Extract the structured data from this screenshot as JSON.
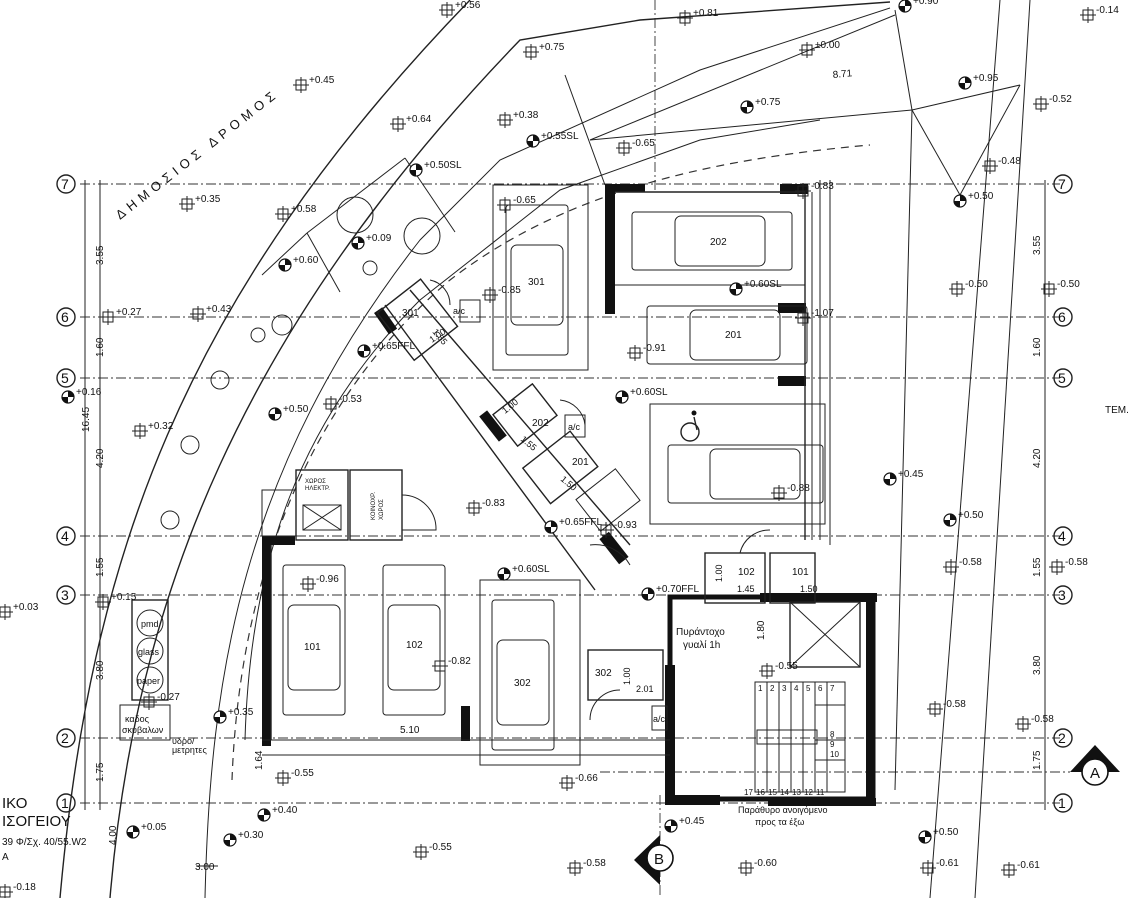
{
  "road_label": "ΔΗΜΟΣΙΟΣ ΔΡΟΜΟΣ",
  "side_text": "ΤΕΜ.",
  "left_text": [
    "ΙΚΟ",
    "ΙΣΟΓΕΙΟΥ",
    "39  Φ/Σχ. 40/55.W2",
    "Α"
  ],
  "section_markers": [
    "A",
    "B"
  ],
  "grid_left": [
    "7",
    "6",
    "5",
    "4",
    "3",
    "2",
    "1"
  ],
  "grid_right": [
    "7",
    "6",
    "5",
    "4",
    "3",
    "2",
    "1"
  ],
  "dims_left": [
    "3.55",
    "1.60",
    "16.45",
    "4.20",
    "1.55",
    "3.80",
    "1.75",
    "4.00"
  ],
  "dims_right": [
    "3.55",
    "1.60",
    "4.20",
    "1.55",
    "3.80",
    "1.75"
  ],
  "parking": [
    "101",
    "102",
    "302",
    "301",
    "202",
    "201"
  ],
  "storage": [
    "301",
    "202",
    "201",
    "102",
    "101",
    "302"
  ],
  "storage_dims": [
    "1.55",
    "1.00",
    "1.00",
    "1.55",
    "1.50",
    "1.00",
    "1.45",
    "1.50",
    "1.00",
    "2.01"
  ],
  "ac": "a/c",
  "recycling": [
    "pmd",
    "glass",
    "paper"
  ],
  "bins_label": [
    "καδος",
    "σκυβαλων"
  ],
  "meters_label": [
    "υδρο/",
    "μετρητες"
  ],
  "fire_door": [
    "Πυράντοχο",
    "γυαλί 1h"
  ],
  "window_note": [
    "Παράθυρο ανοιγόμενο",
    "προς τα έξω"
  ],
  "elec_room": [
    "ΧΩΡΟΣ",
    "ΗΛΕΚΤΡ."
  ],
  "dist_room": [
    "ΚΟΙΝΟΧΡ.",
    "ΧΩΡΟΣ"
  ],
  "stairs_top": [
    "1",
    "2",
    "3",
    "4",
    "5",
    "6",
    "7"
  ],
  "stairs_side": [
    "8",
    "9",
    "10"
  ],
  "stairs_bottom": [
    "17",
    "16",
    "15",
    "14",
    "13",
    "12",
    "11"
  ],
  "dims_misc": [
    "8.71",
    "5.10",
    "1.64",
    "3.00",
    "1.80"
  ],
  "levels": [
    "+0.56",
    "+0.81",
    "+0.90",
    "-0.14",
    "+0.75",
    "±0.00",
    "+0.45",
    "+0.95",
    "+0.75",
    "-0.52",
    "+0.64",
    "+0.38",
    "+0.55SL",
    "-0.65",
    "+0.50SL",
    "-0.48",
    "-0.83",
    "+0.50",
    "+0.35",
    "+0.58",
    "-0.65",
    "+0.09",
    "+0.60",
    "+0.60SL",
    "-0.50",
    "-0.50",
    "+0.27",
    "+0.43",
    "-0.85",
    "-1.07",
    "+0.65FFL",
    "-0.91",
    "+0.16",
    "+0.60SL",
    "+0.50",
    "-0.53",
    "+0.32",
    "-0.83",
    "+0.45",
    "-0.88",
    "+0.65FFL",
    "-0.93",
    "+0.50",
    "-0.96",
    "+0.60SL",
    "-0.58",
    "-0.58",
    "+0.03",
    "+0.15",
    "+0.70FFL",
    "-0.82",
    "-0.55",
    "-0.27",
    "+0.35",
    "-0.58",
    "-0.58",
    "-0.55",
    "-0.66",
    "+0.40",
    "+0.45",
    "+0.05",
    "+0.30",
    "-0.55",
    "-0.58",
    "-0.60",
    "+0.50",
    "-0.61",
    "-0.61",
    "-0.18"
  ]
}
